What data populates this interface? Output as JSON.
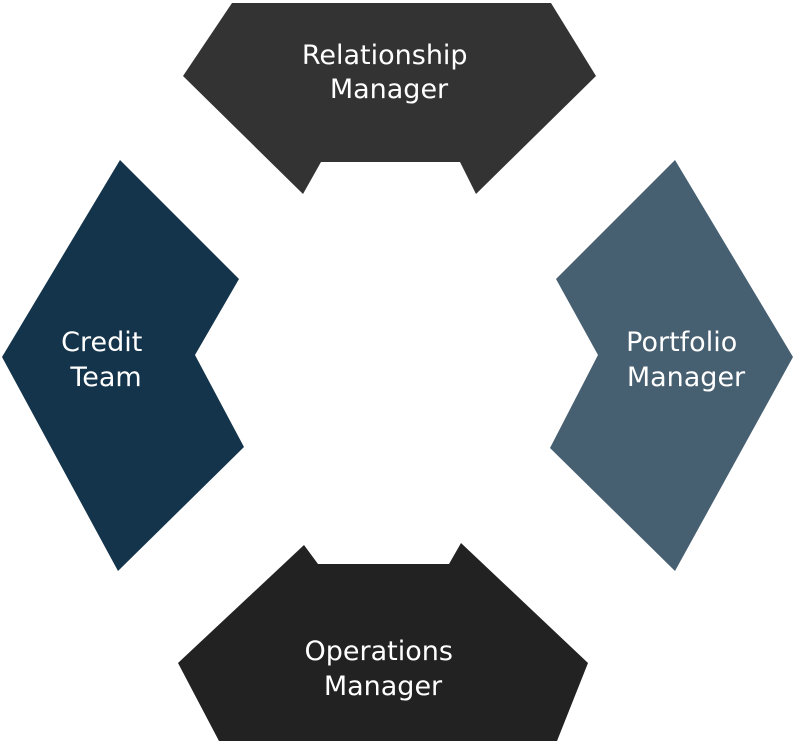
{
  "diagram": {
    "top": {
      "line1": "Relationship",
      "line2": "Manager",
      "color": "#333333"
    },
    "left": {
      "line1": "Credit",
      "line2": "Team",
      "color": "#14344b"
    },
    "right": {
      "line1": "Portfolio",
      "line2": "Manager",
      "color": "#465f71"
    },
    "bottom": {
      "line1": "Operations",
      "line2": "Manager",
      "color": "#222222"
    }
  }
}
